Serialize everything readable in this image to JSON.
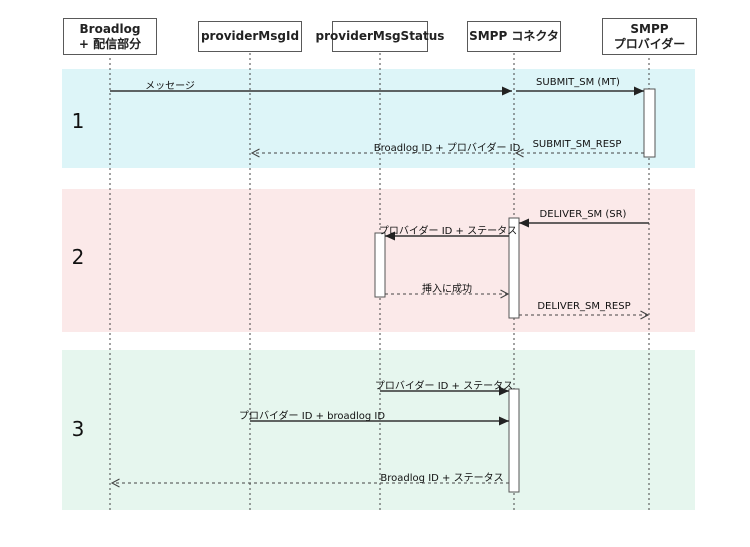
{
  "actors": [
    {
      "id": "broadlog",
      "label": "Broadlog\n+ 配信部分"
    },
    {
      "id": "providerMsgId",
      "label": "providerMsgId"
    },
    {
      "id": "providerMsgStatus",
      "label": "providerMsgStatus"
    },
    {
      "id": "smpp_connector",
      "label": "SMPP コネクタ"
    },
    {
      "id": "smpp_provider",
      "label": "SMPP\nプロバイダー"
    }
  ],
  "phases": [
    {
      "number": "1",
      "color": "#ddf5f8"
    },
    {
      "number": "2",
      "color": "#fbe9e9"
    },
    {
      "number": "3",
      "color": "#e6f6ee"
    }
  ],
  "messages": [
    {
      "label": "メッセージ",
      "from": "broadlog",
      "to": "smpp_connector",
      "style": "solid"
    },
    {
      "label": "SUBMIT_SM (MT)",
      "from": "smpp_connector",
      "to": "smpp_provider",
      "style": "solid"
    },
    {
      "label": "SUBMIT_SM_RESP",
      "from": "smpp_provider",
      "to": "smpp_connector",
      "style": "dashed"
    },
    {
      "label": "Broadlog ID + プロバイダー ID",
      "from": "smpp_connector",
      "to": "providerMsgId",
      "style": "dashed"
    },
    {
      "label": "DELIVER_SM (SR)",
      "from": "smpp_provider",
      "to": "smpp_connector",
      "style": "solid"
    },
    {
      "label": "プロバイダー ID + ステータス",
      "from": "smpp_connector",
      "to": "providerMsgStatus",
      "style": "solid"
    },
    {
      "label": "挿入に成功",
      "from": "providerMsgStatus",
      "to": "smpp_connector",
      "style": "dashed"
    },
    {
      "label": "DELIVER_SM_RESP",
      "from": "smpp_connector",
      "to": "smpp_provider",
      "style": "dashed"
    },
    {
      "label": "プロバイダー ID + ステータス",
      "from": "providerMsgStatus",
      "to": "smpp_connector",
      "style": "solid"
    },
    {
      "label": "プロバイダー ID + broadlog ID",
      "from": "providerMsgId",
      "to": "smpp_connector",
      "style": "solid"
    },
    {
      "label": "Broadlog ID + ステータス",
      "from": "smpp_connector",
      "to": "broadlog",
      "style": "dashed"
    }
  ],
  "line_color": "#333333",
  "background": "#ffffff"
}
